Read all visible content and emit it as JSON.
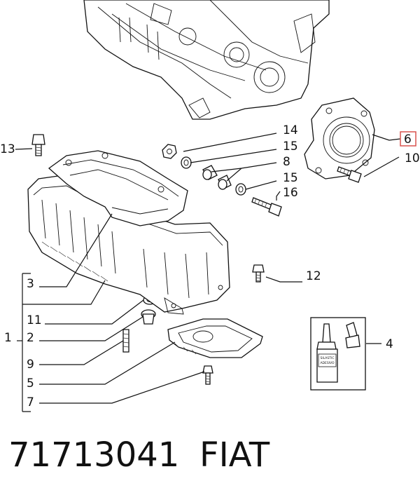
{
  "highlight_color": "#d9534f",
  "callouts": {
    "c1": "1",
    "c2": "2",
    "c3": "3",
    "c4": "4",
    "c5": "5",
    "c6": "6",
    "c7": "7",
    "c8": "8",
    "c9": "9",
    "c10": "10",
    "c11": "11",
    "c12": "12",
    "c13": "13",
    "c14": "14",
    "c15a": "15",
    "c15b": "15",
    "c16": "16"
  },
  "sealant_tube_text": "SILASTIC\nADESIVO",
  "caption": {
    "part_number": "71713041",
    "brand": "FIAT"
  }
}
